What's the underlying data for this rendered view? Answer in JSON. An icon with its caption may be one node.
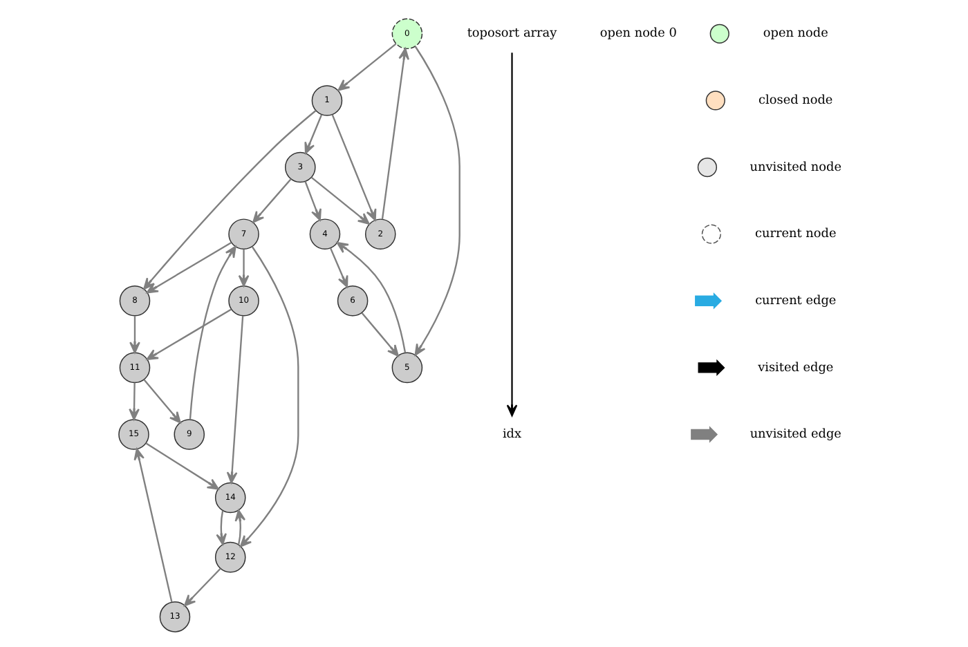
{
  "diagram": {
    "nodes": [
      {
        "text": [
          "0"
        ]
      },
      {
        "text": [
          "1"
        ]
      },
      {
        "text": [
          "2"
        ]
      },
      {
        "text": [
          "3"
        ]
      },
      {
        "text": [
          "4"
        ]
      },
      {
        "text": [
          "5"
        ]
      },
      {
        "text": [
          "6"
        ]
      },
      {
        "text": [
          "7"
        ]
      },
      {
        "text": [
          "8"
        ]
      },
      {
        "text": [
          "9"
        ]
      },
      {
        "text": [
          "10"
        ]
      },
      {
        "text": [
          "11"
        ]
      },
      {
        "text": [
          "12"
        ]
      },
      {
        "text": [
          "13"
        ]
      },
      {
        "text": [
          "14"
        ]
      },
      {
        "text": [
          "15"
        ]
      }
    ],
    "edges": [
      {
        "from": 0,
        "to": 5,
        "arrow": "to"
      },
      {
        "from": 0,
        "to": 1,
        "arrow": "to"
      },
      {
        "from": 2,
        "to": 0,
        "arrow": "to"
      },
      {
        "from": 1,
        "to": 2,
        "arrow": "to"
      },
      {
        "from": 1,
        "to": 3,
        "arrow": "to"
      },
      {
        "from": 3,
        "to": 2,
        "arrow": "to"
      },
      {
        "from": 3,
        "to": 4,
        "arrow": "to"
      },
      {
        "from": 5,
        "to": 4,
        "arrow": "to"
      },
      {
        "from": 4,
        "to": 6,
        "arrow": "to"
      },
      {
        "from": 6,
        "to": 5,
        "arrow": "to"
      },
      {
        "from": 1,
        "to": 8,
        "arrow": "to"
      },
      {
        "from": 3,
        "to": 7,
        "arrow": "to"
      },
      {
        "from": 7,
        "to": 12,
        "arrow": "to"
      },
      {
        "from": 12,
        "to": 13,
        "arrow": "to"
      },
      {
        "from": 12,
        "to": 14,
        "arrow": "to"
      },
      {
        "from": 14,
        "to": 12,
        "arrow": "to"
      },
      {
        "from": 7,
        "to": 8,
        "arrow": "to"
      },
      {
        "from": 9,
        "to": 7,
        "arrow": "to"
      },
      {
        "from": 7,
        "to": 10,
        "arrow": "to"
      },
      {
        "from": 10,
        "to": 14,
        "arrow": "to"
      },
      {
        "from": 10,
        "to": 11,
        "arrow": "to"
      },
      {
        "from": 8,
        "to": 11,
        "arrow": "to"
      },
      {
        "from": 11,
        "to": 9,
        "arrow": "to"
      },
      {
        "from": 11,
        "to": 15,
        "arrow": "to"
      },
      {
        "from": 13,
        "to": 15,
        "arrow": "to"
      },
      {
        "from": 15,
        "to": 14,
        "arrow": "to"
      }
    ],
    "labels": [
      "toposort array",
      "idx",
      "open node 0"
    ],
    "legend": [
      {
        "text": "open node",
        "color": "#ccffcc"
      },
      {
        "text": "closed node",
        "color": "#ffdfc0"
      },
      {
        "text": "unvisited node",
        "color": "#e6e6e6"
      },
      {
        "text": "current node"
      },
      {
        "text": "current edge"
      },
      {
        "text": "visited edge"
      },
      {
        "text": "unvisited edge"
      }
    ]
  }
}
